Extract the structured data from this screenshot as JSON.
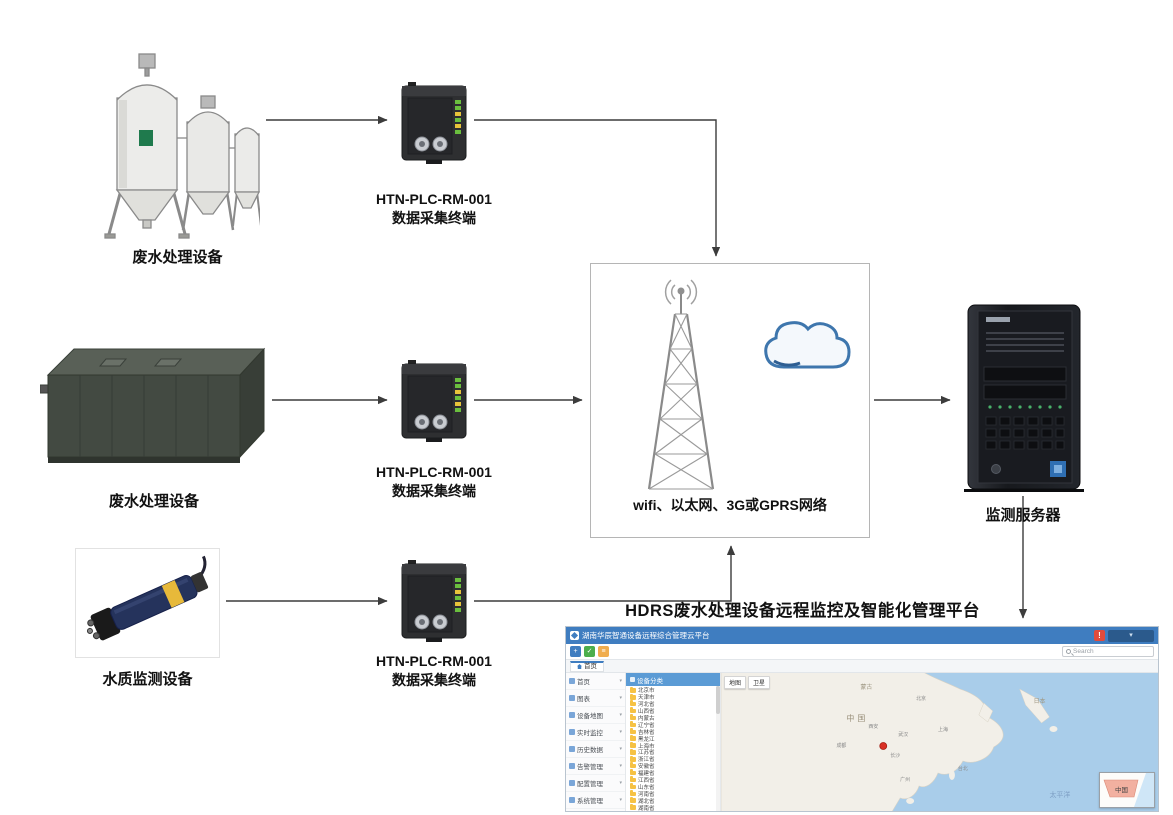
{
  "diagram": {
    "equipment": {
      "tanks_label": "废水处理设备",
      "container_label": "废水处理设备",
      "sensor_label": "水质监测设备",
      "server_label": "监测服务器"
    },
    "plc": {
      "model": "HTN-PLC-RM-001",
      "name": "数据采集终端"
    },
    "network": {
      "label": "wifi、以太网、3G或GPRS网络"
    },
    "platform_title": "HDRS废水处理设备远程监控及智能化管理平台",
    "colors": {
      "arrow": "#3c3c3c",
      "network_box_border": "#b5b5b5",
      "marker": "#d93025"
    }
  },
  "platform": {
    "header": {
      "title": "湖南华辰智通设备远程综合管理云平台"
    },
    "icons": {
      "alarm": "!",
      "caret": "▾"
    },
    "toolbar": {
      "buttons": [
        "+",
        "✓",
        "≡"
      ],
      "search_placeholder": "Search"
    },
    "breadcrumb": {
      "home": "首页"
    },
    "menu": {
      "items": [
        "首页",
        "图表",
        "设备地图",
        "实时监控",
        "历史数据",
        "告警管理",
        "配置管理",
        "系统管理"
      ]
    },
    "device_tree": {
      "title": "设备分类",
      "folders": [
        "北京市",
        "天津市",
        "河北省",
        "山西省",
        "内蒙古",
        "辽宁省",
        "吉林省",
        "黑龙江",
        "上海市",
        "江苏省",
        "浙江省",
        "安徽省",
        "福建省",
        "江西省",
        "山东省",
        "河南省",
        "湖北省",
        "湖南省"
      ]
    },
    "map": {
      "controls": {
        "map": "地图",
        "satellite": "卫星"
      },
      "labels": {
        "country": "中国",
        "mongolia": "蒙古",
        "japan": "日本",
        "ocean": "太平洋",
        "inset_country": "中国"
      },
      "cities": [
        "北京",
        "西安",
        "武汉",
        "长沙",
        "上海",
        "成都",
        "广州",
        "台北"
      ]
    }
  }
}
